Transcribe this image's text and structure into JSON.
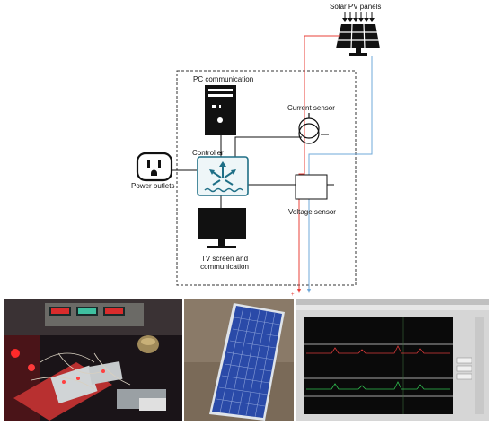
{
  "labels": {
    "solar": "Solar PV panels",
    "pc": "PC communication",
    "current_sensor": "Current sensor",
    "controller": "Controller",
    "power_outlets": "Power outlets",
    "voltage_sensor": "Voltage sensor",
    "tv_line1": "TV screen and",
    "tv_line2": "communication"
  },
  "wire_colors": {
    "positive": "#e8403a",
    "negative": "#6fa8d8",
    "controller_frame": "#1f6f86",
    "dashed_box": "#333333"
  }
}
